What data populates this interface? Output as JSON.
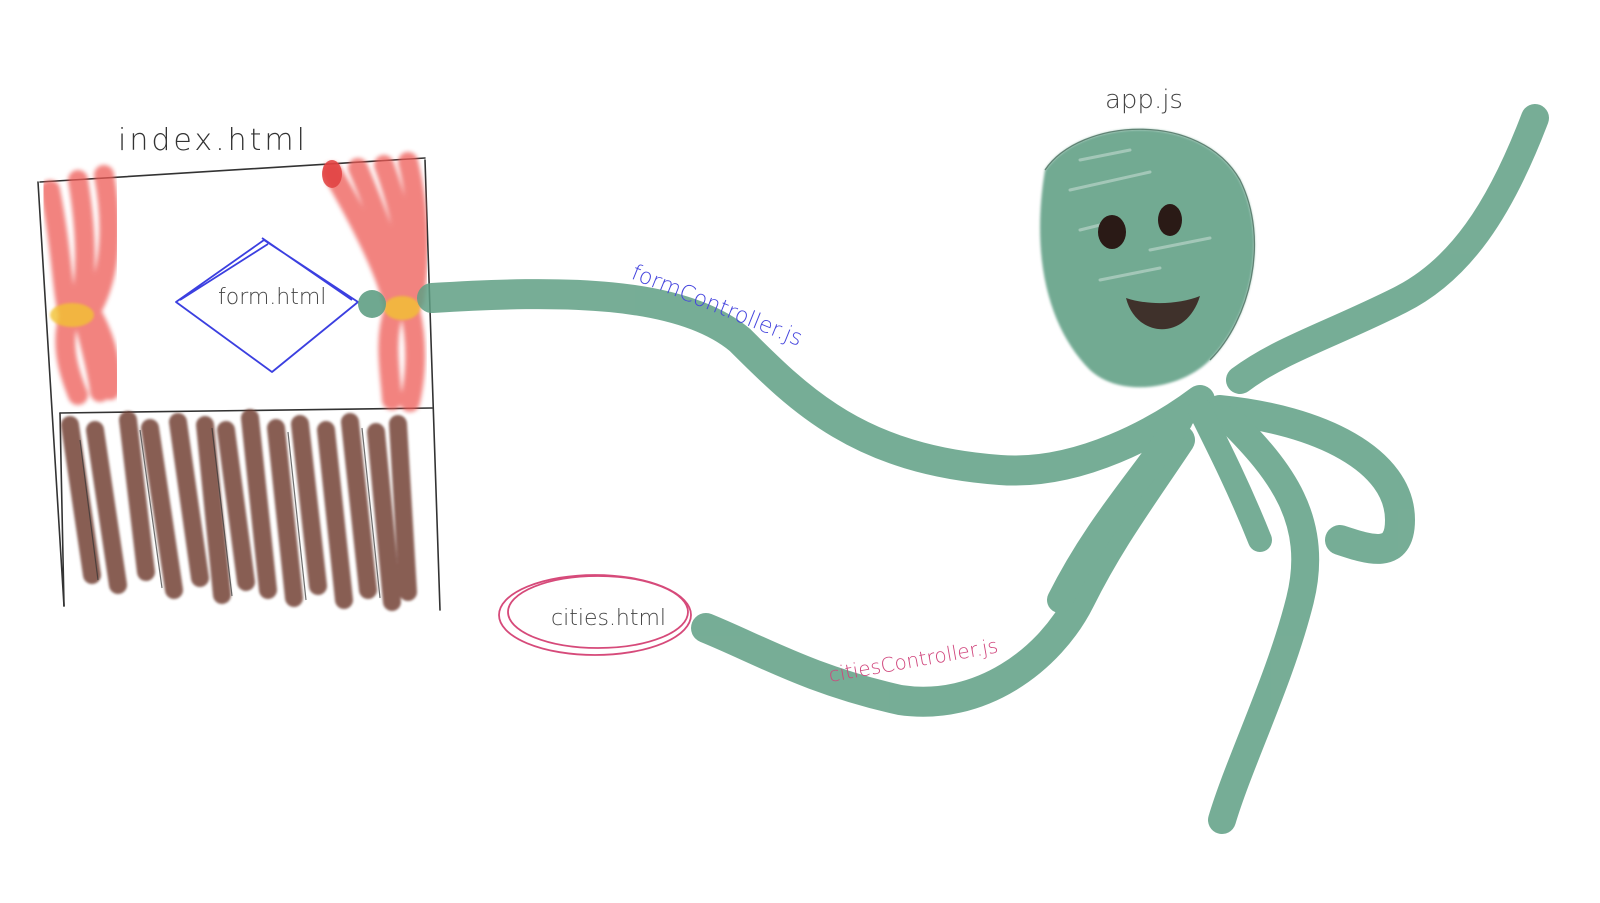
{
  "labels": {
    "index_file": "index.html",
    "form_file": "form.html",
    "app_file": "app.js",
    "form_controller": "formController.js",
    "cities_file": "cities.html",
    "cities_controller": "citiesController.js"
  },
  "colors": {
    "octopus": "#5f9f84",
    "curtain": "#ee5a55",
    "curtain_tie": "#f2c230",
    "stage_floor": "#6e3a2e",
    "form_outline": "#3b3fe0",
    "cities_outline": "#d64a7a",
    "form_label": "#4444dd",
    "cities_label": "#d0457c",
    "ink": "#333333",
    "eye": "#2a1a16"
  },
  "icons": {
    "octopus": "octopus-illustration",
    "stage": "theater-stage-illustration"
  }
}
